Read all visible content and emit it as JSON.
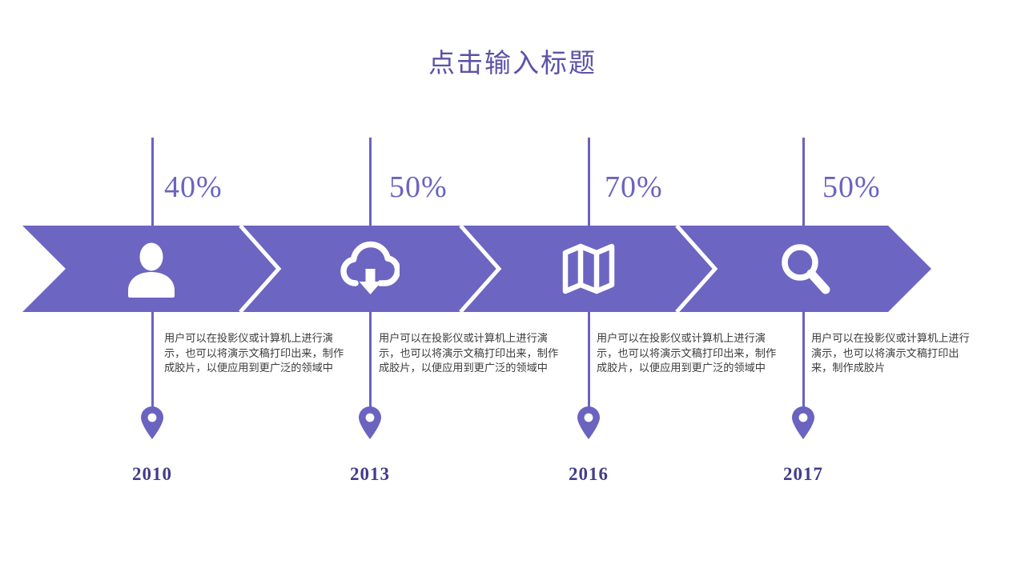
{
  "slide": {
    "title": "点击输入标题",
    "background_color": "#ffffff",
    "accent_color": "#6b63c0",
    "band_color": "#6c65c2",
    "title_color": "#5b52a8",
    "year_color": "#433b8c",
    "text_color": "#3c3c3c"
  },
  "milestones": [
    {
      "percent": "40%",
      "icon": "person-icon",
      "description": "用户可以在投影仪或计算机上进行演示，也可以将演示文稿打印出来，制作成胶片，以便应用到更广泛的领域中",
      "year": "2010",
      "marker": "location-pin-icon"
    },
    {
      "percent": "50%",
      "icon": "cloud-download-icon",
      "description": "用户可以在投影仪或计算机上进行演示，也可以将演示文稿打印出来，制作成胶片，以便应用到更广泛的领域中",
      "year": "2013",
      "marker": "location-pin-icon"
    },
    {
      "percent": "70%",
      "icon": "map-icon",
      "description": "用户可以在投影仪或计算机上进行演示，也可以将演示文稿打印出来，制作成胶片，以便应用到更广泛的领域中",
      "year": "2016",
      "marker": "location-pin-icon"
    },
    {
      "percent": "50%",
      "icon": "search-icon",
      "description": "用户可以在投影仪或计算机上进行演示，也可以将演示文稿打印出来，制作成胶片",
      "year": "2017",
      "marker": "location-pin-icon"
    }
  ]
}
